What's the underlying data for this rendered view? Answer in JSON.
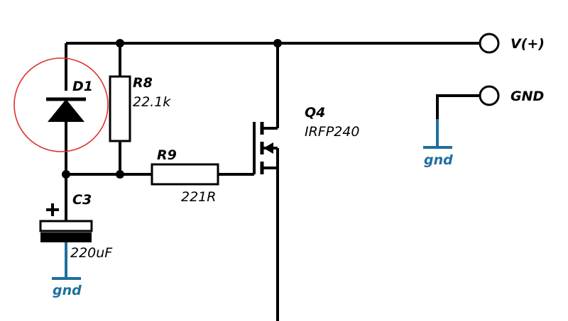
{
  "colors": {
    "wire": "#000000",
    "ground": "#1f6f9e",
    "highlight": "#e03030"
  },
  "components": {
    "d1": {
      "ref": "D1"
    },
    "r8": {
      "ref": "R8",
      "value": "22.1k"
    },
    "r9": {
      "ref": "R9",
      "value": "221R"
    },
    "c3": {
      "ref": "C3",
      "value": "220uF",
      "polarity": "+"
    },
    "q4": {
      "ref": "Q4",
      "value": "IRFP240"
    }
  },
  "terminals": {
    "vplus": "V(+)",
    "gnd": "GND"
  },
  "ground_labels": {
    "left": "gnd",
    "right": "gnd"
  },
  "highlight": {
    "target": "D1",
    "shape": "circle"
  }
}
